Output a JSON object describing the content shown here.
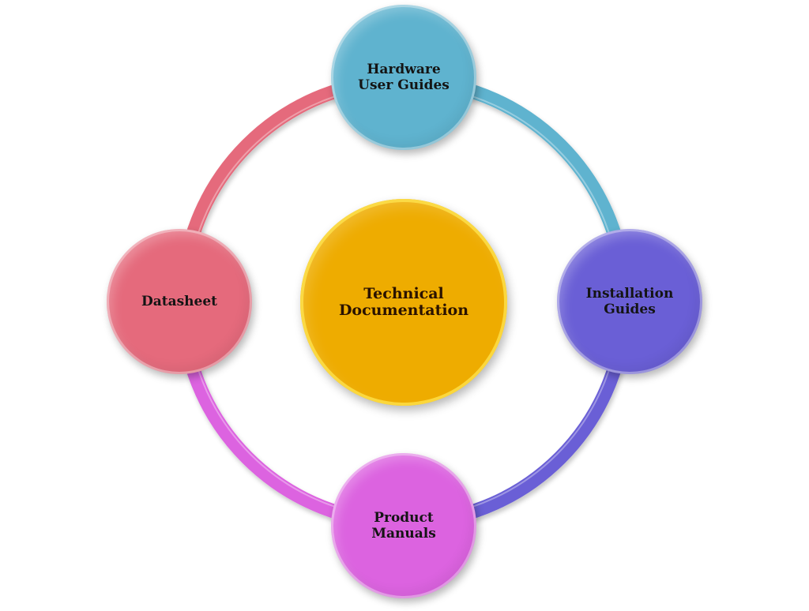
{
  "diagram": {
    "type": "cycle",
    "center": {
      "label": "Technical\nDocumentation",
      "color": "#eeac00"
    },
    "nodes": [
      {
        "id": "hardware-user-guides",
        "label": "Hardware\nUser Guides",
        "color": "#5fb3cf",
        "position": "top"
      },
      {
        "id": "installation-guides",
        "label": "Installation\nGuides",
        "color": "#6a5fd6",
        "position": "right"
      },
      {
        "id": "product-manuals",
        "label": "Product\nManuals",
        "color": "#dc63e0",
        "position": "bottom"
      },
      {
        "id": "datasheet",
        "label": "Datasheet",
        "color": "#e56a7c",
        "position": "left"
      }
    ],
    "connectors": [
      {
        "from": "hardware-user-guides",
        "to": "installation-guides",
        "color": "#5fb3cf"
      },
      {
        "from": "installation-guides",
        "to": "product-manuals",
        "color": "#6a5fd6"
      },
      {
        "from": "product-manuals",
        "to": "datasheet",
        "color": "#dc63e0"
      },
      {
        "from": "datasheet",
        "to": "hardware-user-guides",
        "color": "#e56a7c"
      }
    ]
  }
}
